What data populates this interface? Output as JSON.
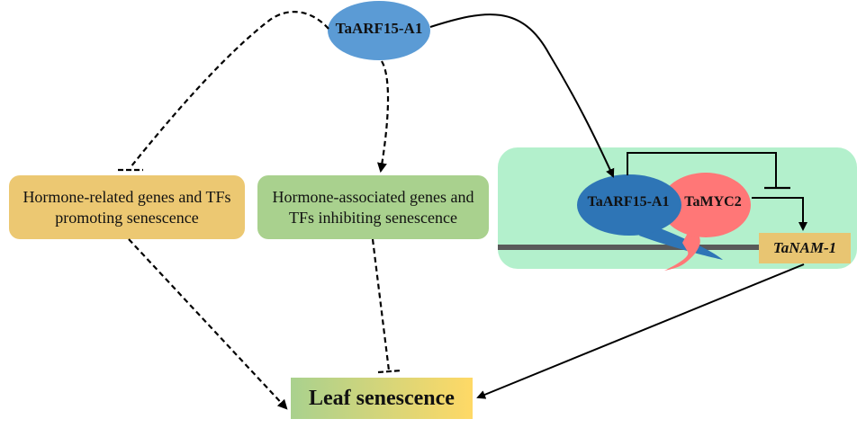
{
  "colors": {
    "top_ellipse": "#5b9bd5",
    "arf_ellipse": "#2e75b6",
    "myc_ellipse": "#ff7777",
    "promote_box": "#ecc872",
    "inhibit_box": "#a9d18e",
    "nucleus_panel": "#b3f0cc",
    "dna_strand": "#595959",
    "tanam_box": "#e8c572",
    "leaf_gradient_start": "#a9d18e",
    "leaf_gradient_end": "#ffd966",
    "line": "#000000"
  },
  "nodes": {
    "top_regulator": "TaARF15-A1",
    "promote_box": "Hormone-related genes and TFs promoting senescence",
    "inhibit_box": "Hormone-associated genes and TFs inhibiting senescence",
    "complex_arf": "TaARF15-A1",
    "complex_myc": "TaMYC2",
    "target_gene": "TaNAM-1",
    "outcome": "Leaf senescence"
  },
  "edges": [
    {
      "from": "TaARF15-A1",
      "to": "Hormone-related genes and TFs promoting senescence",
      "type": "inhibition",
      "style": "dashed"
    },
    {
      "from": "TaARF15-A1",
      "to": "Hormone-associated genes and TFs inhibiting senescence",
      "type": "activation",
      "style": "dashed"
    },
    {
      "from": "TaARF15-A1",
      "to": "TaARF15-A1/TaMYC2 complex",
      "type": "activation",
      "style": "solid"
    },
    {
      "from": "TaARF15-A1 (complex)",
      "to": "TaMYC2 activation of TaNAM-1",
      "type": "inhibition",
      "style": "solid"
    },
    {
      "from": "TaMYC2",
      "to": "TaNAM-1",
      "type": "activation",
      "style": "solid"
    },
    {
      "from": "Hormone-related genes and TFs promoting senescence",
      "to": "Leaf senescence",
      "type": "activation",
      "style": "dashed"
    },
    {
      "from": "Hormone-associated genes and TFs inhibiting senescence",
      "to": "Leaf senescence",
      "type": "inhibition",
      "style": "dashed"
    },
    {
      "from": "TaNAM-1",
      "to": "Leaf senescence",
      "type": "activation",
      "style": "solid"
    }
  ]
}
